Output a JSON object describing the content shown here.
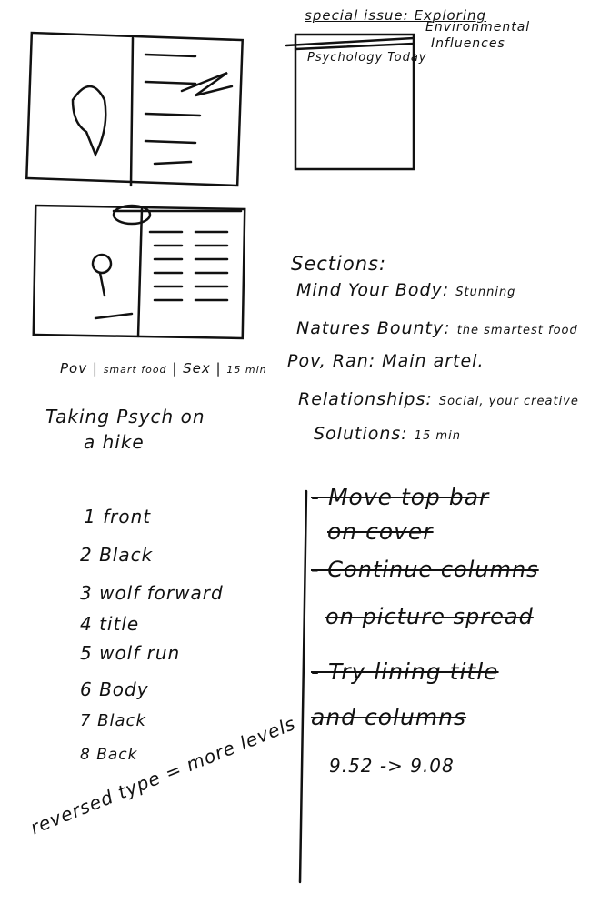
{
  "cover": {
    "banner": "special issue: Exploring",
    "banner_cont": [
      "Environmental",
      "Influences"
    ],
    "masthead": "Psychology Today"
  },
  "sections": {
    "heading": "Sections:",
    "items": [
      {
        "name": "Mind Your Body:",
        "note": "Stunning"
      },
      {
        "name": "Natures Bounty:",
        "note": "the smartest food"
      },
      {
        "name": "Pov, Ran: Main artel.",
        "note": ""
      },
      {
        "name": "Relationships:",
        "note": "Social, your creative"
      },
      {
        "name": "Solutions:",
        "note": "15 min"
      }
    ]
  },
  "toc": {
    "row": [
      "Pov",
      "smart food",
      "Sex",
      "15 min"
    ],
    "caption": [
      "Taking Psych on",
      "a hike"
    ]
  },
  "page_order": [
    "1 front",
    "2 Black",
    "3 wolf forward",
    "4 title",
    "5 wolf run",
    "6 Body",
    "7 Black",
    "8 Back"
  ],
  "todo": [
    {
      "line1": "- Move top bar",
      "line2": "on cover",
      "done": true
    },
    {
      "line1": "- Continue columns",
      "line2": "on picture spread",
      "done": true
    },
    {
      "line1": "- Try lining title",
      "line2": "and columns",
      "done": true
    }
  ],
  "time": "9.52 -> 9.08",
  "side_note": "reversed type = more levels"
}
